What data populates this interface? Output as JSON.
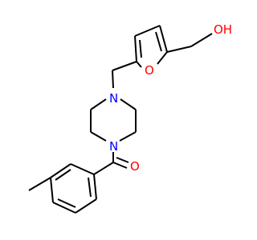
{
  "figure": {
    "atoms": {
      "hydroxyl": "OH",
      "furan_oxygen": "O",
      "piperazine_n_top": "N",
      "piperazine_n_bottom": "N",
      "carbonyl_oxygen": "O"
    },
    "colors": {
      "bond": "#000000",
      "oxygen": "#ff0000",
      "nitrogen": "#0000ff"
    }
  }
}
